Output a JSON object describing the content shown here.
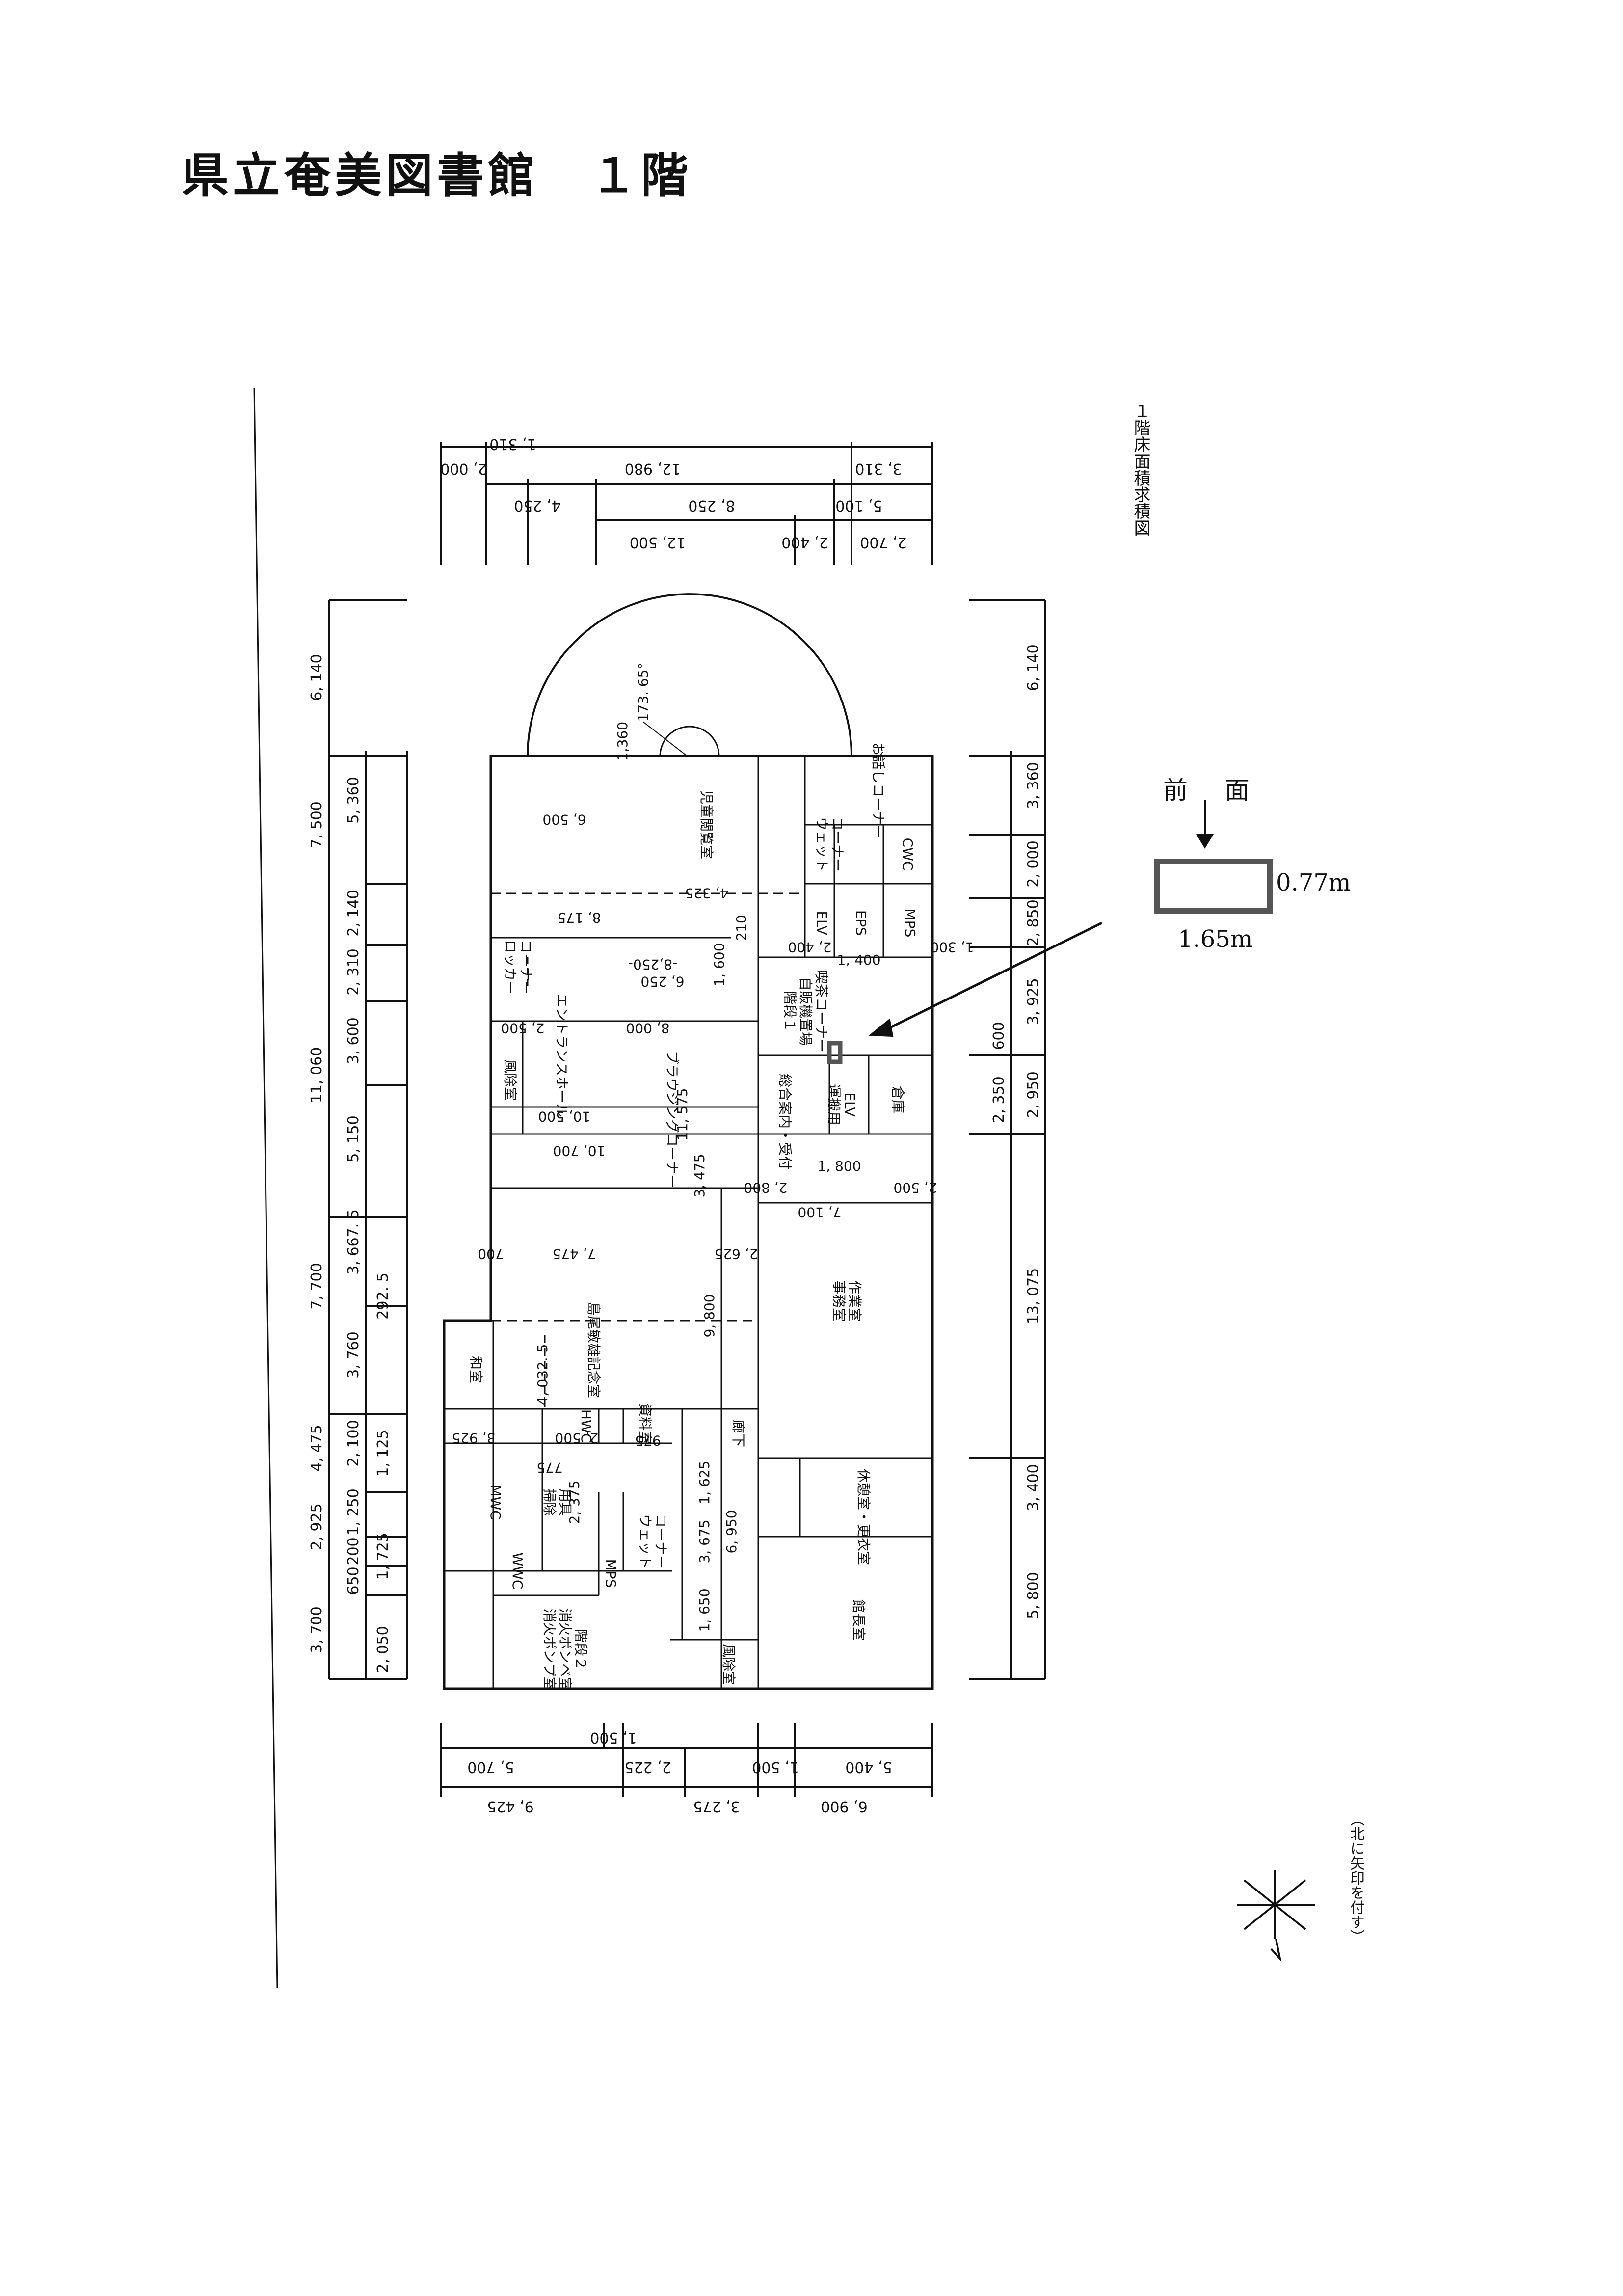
{
  "title": "県立奄美図書館　１階",
  "side_note": "１階床面積求積図",
  "north_note": "（北に矢印を付す）",
  "front_indicator": {
    "label": "前 面",
    "width": "1.65m",
    "height": "0.77m"
  },
  "colors": {
    "line": "#111111",
    "accent": "#555555"
  },
  "icons": {
    "north_arrow": "compass-icon",
    "pointer": "arrow-icon"
  },
  "rooms": {
    "children": "児童閲覧室",
    "ojyou": "お話しコーナー",
    "wet_top": "ウェット\nコーナー",
    "cwc": "CWC",
    "elv": "ELV",
    "eps": "EPS",
    "mps_top": "MPS",
    "locker": "ロッカー\nコーナー",
    "entrance": "エントランスホール",
    "windbreak_top": "風除室",
    "browsing": "ブラウジングコーナー",
    "stairs_kiosk": "階段１\n自販機置場\n喫茶コーナー",
    "info": "総合案内・受付",
    "service_elv": "運搬用\nELV",
    "storage": "倉庫",
    "office": "事務室\n作業室",
    "archive": "島尾敏雄記念室",
    "washitsu": "和室",
    "hwc": "HWC",
    "materials": "資料室",
    "corridor": "廊下",
    "mwc": "MWC",
    "cleaning": "掃除\n用具",
    "wwc": "WWC",
    "mps_low": "MPS",
    "wet_low": "ウェット\nコーナー",
    "rest": "休憩室・更衣室",
    "director": "館長室",
    "pump": "消火ポンプ室\n消火ボンベ室\n階段２",
    "windbreak_low": "風除室"
  },
  "dims_top": [
    "1, 310",
    "2, 000",
    "12, 980",
    "3, 310",
    "4, 250",
    "8, 250",
    "5, 100",
    "12, 500",
    "2, 400",
    "2, 700"
  ],
  "dims_bottom": [
    "1, 500",
    "5, 700",
    "2, 225",
    "1, 500",
    "5, 400",
    "9, 425",
    "3, 275",
    "6, 900"
  ],
  "dims_left_outer": [
    "6, 140",
    "7, 500",
    "11, 060",
    "7, 700",
    "4, 475",
    "2, 925",
    "3, 700"
  ],
  "dims_left_inner": [
    "5, 360",
    "2, 140",
    "2, 310",
    "3, 600",
    "5, 150",
    "3, 667. 5",
    "3, 760",
    "2, 100",
    "1, 250",
    "200",
    "650"
  ],
  "dims_left_inner2": [
    "292. 5",
    "1, 125",
    "1, 725",
    "2, 050"
  ],
  "dims_right_outer": [
    "6, 140",
    "3, 360",
    "2, 000",
    "2, 850",
    "3, 925",
    "2, 950",
    "13, 075",
    "3, 400",
    "5, 800"
  ],
  "dims_right_inner": [
    "600",
    "2, 350"
  ],
  "dims_interior": [
    "173. 65°",
    "1,360",
    "6, 500",
    "4, 325",
    "8, 175",
    "2, 400",
    "1, 300",
    "1, 400",
    "6, 250",
    "1, 600",
    "2, 500",
    "8, 000",
    "10, 500",
    "11, 575",
    "10, 700",
    "3, 475",
    "1, 800",
    "2, 500",
    "2, 800",
    "7, 100",
    "700",
    "7, 475",
    "2, 625",
    "9, 800",
    "4, 032. 5",
    "3, 925",
    "2, 500",
    "975",
    "775",
    "2, 375",
    "1, 625",
    "3, 675",
    "6, 950",
    "1, 650",
    "-8,250-",
    "210"
  ]
}
